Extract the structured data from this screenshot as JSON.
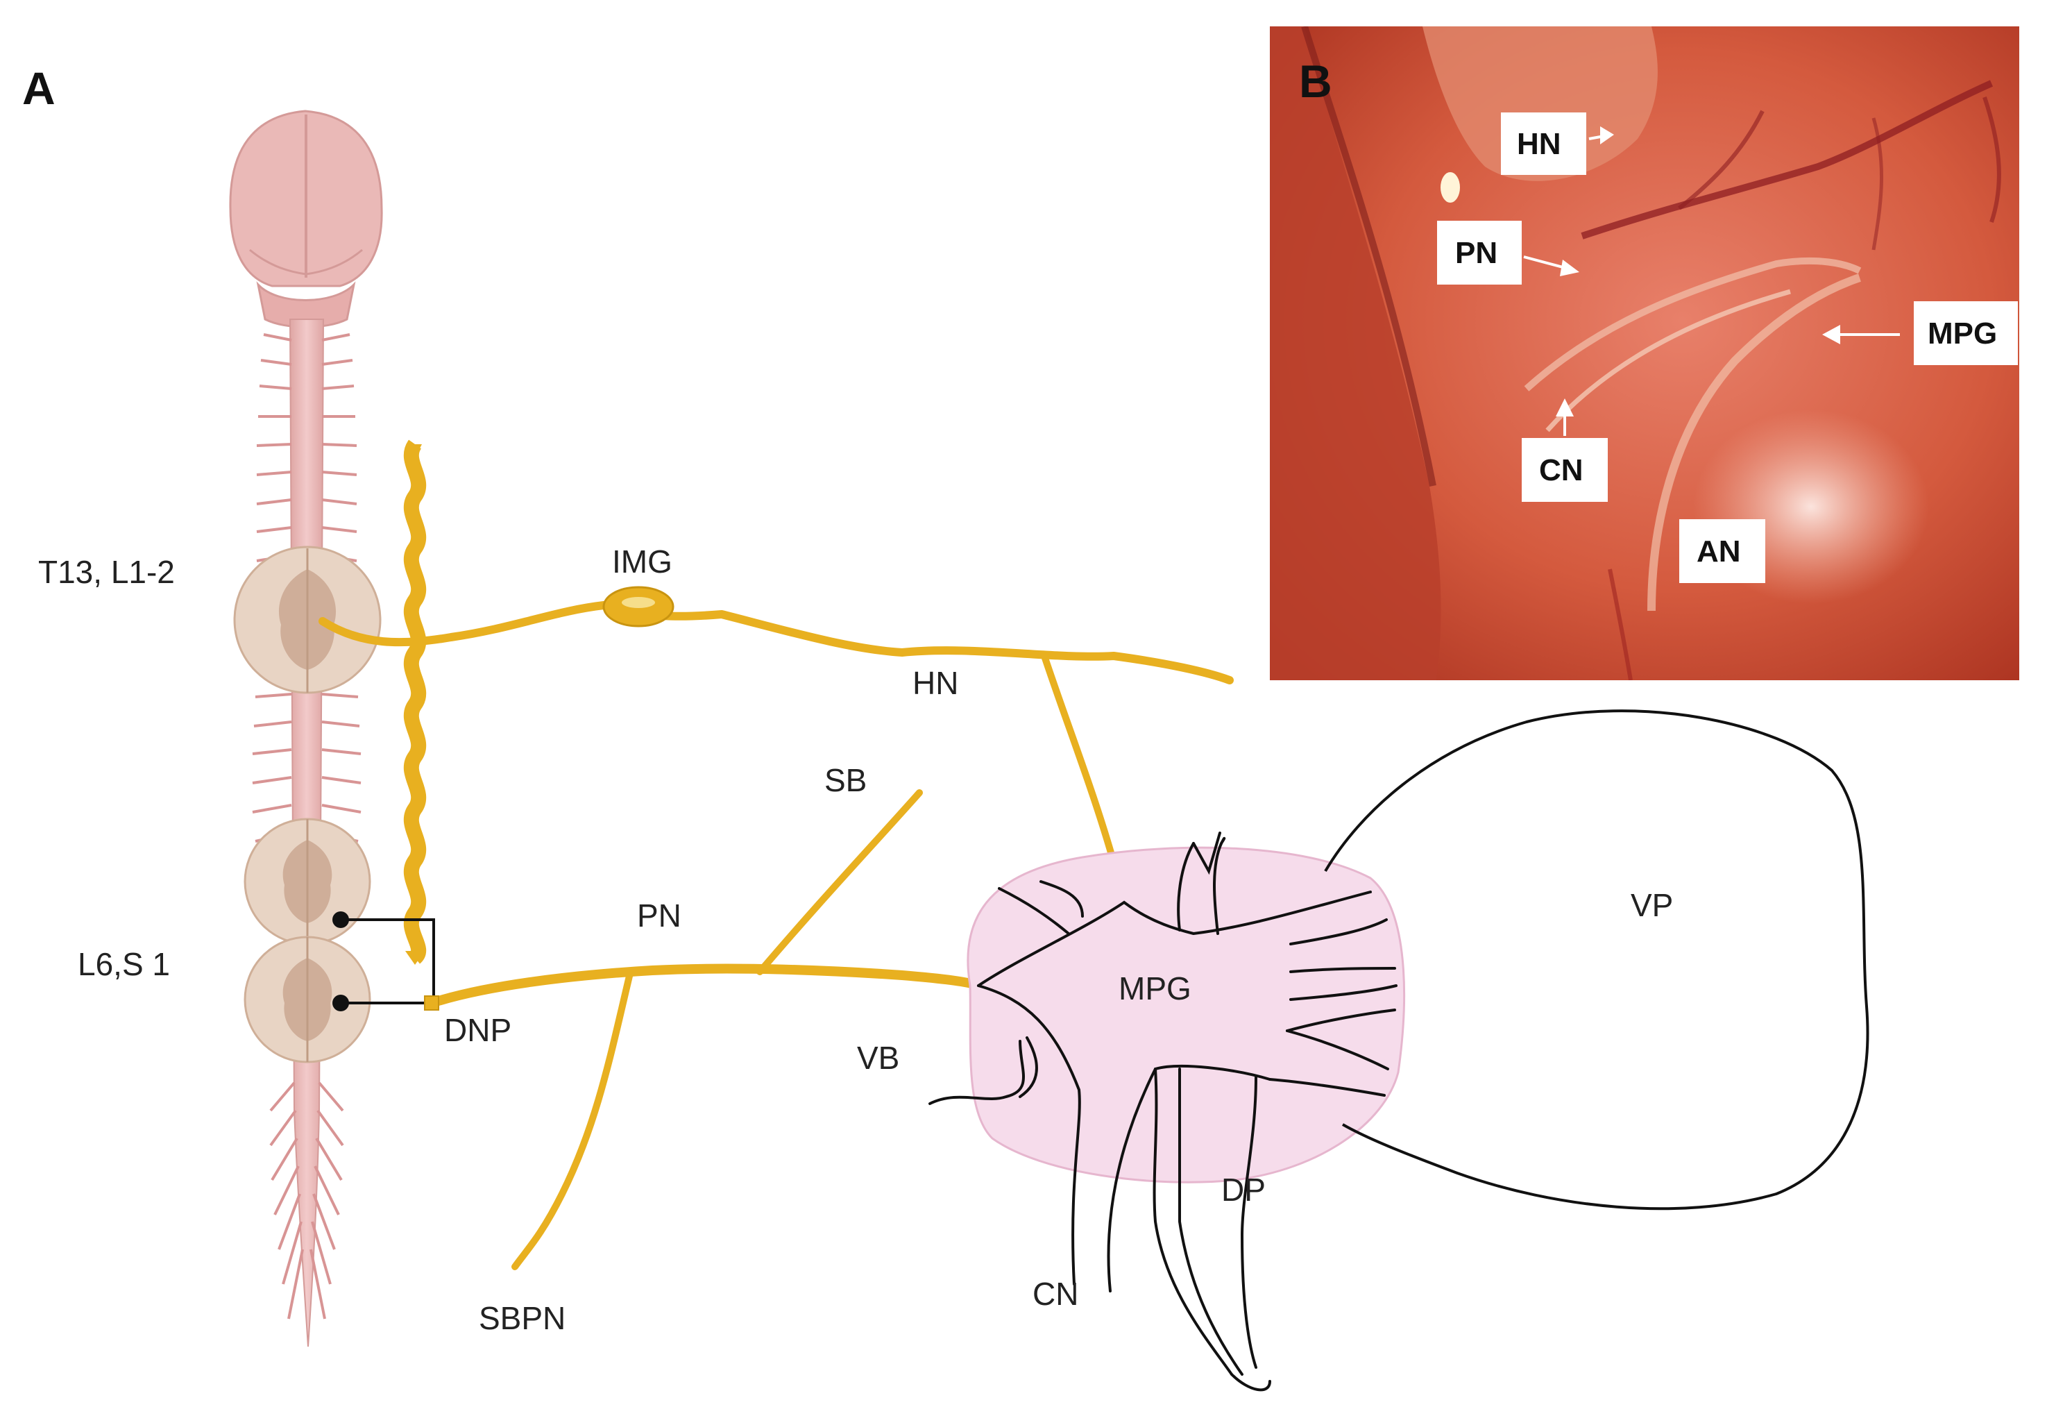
{
  "panel_a": {
    "letter": "A",
    "labels": {
      "t13": "T13, L1-2",
      "img": "IMG",
      "hn": "HN",
      "sb": "SB",
      "pn": "PN",
      "l6s1": "L6,S 1",
      "dnp": "DNP",
      "vb": "VB",
      "mpg": "MPG",
      "vp": "VP",
      "dp": "DP",
      "cn": "CN",
      "sbpn": "SBPN"
    }
  },
  "panel_b": {
    "letter": "B",
    "labels": {
      "hn": "HN",
      "pn": "PN",
      "mpg": "MPG",
      "cn": "CN",
      "an": "AN"
    }
  },
  "colors": {
    "nerve": "#E8B020",
    "nerve_dark": "#C99410",
    "spinal": "#E9B8B6",
    "ganglion": "#F6DCEB",
    "cord_section": "#E8D4C4",
    "photo_bg": "#C8442A",
    "outline": "#111111"
  }
}
